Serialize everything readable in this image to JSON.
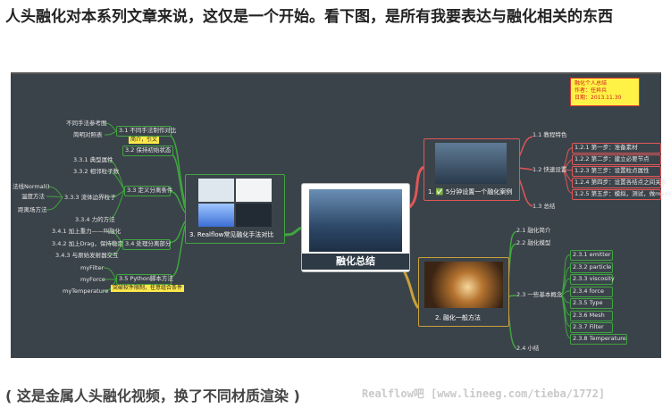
{
  "intro_text": "人头融化对本系列文章来说，这仅是一个开始。看下图，是所有我要表达与融化相关的东西",
  "footer_text": "( 这是金属人头融化视频，换了不同材质渲染 )",
  "watermark": "Realflow吧 [www.lineeg.com/tieba/1772]",
  "center": {
    "title": "融化总结"
  },
  "note": {
    "line1": "融化个人总结",
    "line2": "作者：任异兵",
    "line3": "日期：2013.11.30"
  },
  "branch1": {
    "title": "1. ✅ 5分钟设置一个融化案例",
    "sub": [
      "1.1 教程特色",
      "1.2 快速设置",
      "1.3 总结"
    ],
    "steps": [
      "1.2.1 第一步：准备素材",
      "1.2.2 第二步：建立必要节点",
      "1.2.3 第三步：设置粒点属性",
      "1.2.4 第四步：设置各结点之间关系",
      "1.2.5 第五步：模拟，测试，做mesh"
    ]
  },
  "branch2": {
    "title": "2. 融化一般方法",
    "sub": [
      "2.1 融化简介",
      "2.2 融化模型",
      "2.3 一些基本概念",
      "2.4 小结"
    ],
    "concepts": [
      "2.3.1 emitter",
      "2.3.2 particle",
      "2.3.3 viscosity",
      "2.3.4 force",
      "2.3.5 Type",
      "2.3.6 Mesh",
      "2.3.7 Filter",
      "2.3.8 Temperature"
    ]
  },
  "branch3": {
    "title": "3. Realflow常见融化手法对比",
    "s31": "3.1 不同手法制作对比",
    "s31_items": [
      "不同手法参考图",
      "简明对照表"
    ],
    "s31_tag": "简介，引文",
    "s32": "3.2 保持初始状态",
    "s33": "3.3 定义分离条件",
    "s33_items": [
      "3.3.1 典型属性",
      "3.3.2 相邻粒子数",
      "3.3.3 流体边界粒子",
      "3.3.4 力的方法"
    ],
    "s333_items": [
      "法线Normal()",
      "温度方法",
      "距离场方法"
    ],
    "s34": "3.4 处理分离部分",
    "s34_items": [
      "3.4.1 加上重力——叫融化",
      "3.4.2 加上Drag，保持稳定",
      "3.4.3 与原始发射器交互"
    ],
    "s35": "3.5 Python脚本方法",
    "s35_items": [
      "myFilter",
      "myForce",
      "myTemperature"
    ],
    "s35_tag": "突破软件限制，任意组合条件"
  },
  "colors": {
    "background": "#3b434a",
    "red": "#e05656",
    "green": "#3fa53f",
    "yellow": "#c9a13a",
    "note": "#fff246"
  }
}
